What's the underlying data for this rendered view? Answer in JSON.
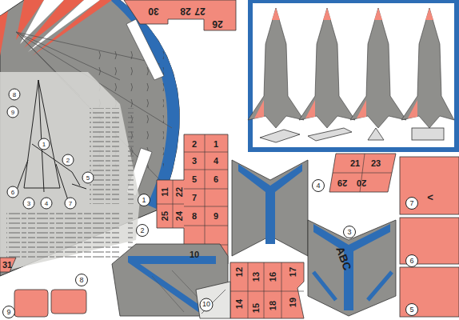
{
  "diagram": {
    "labels": [
      "30",
      "28",
      "27",
      "26",
      "1",
      "2",
      "3",
      "4",
      "5",
      "6",
      "7",
      "8",
      "9",
      "10",
      "11",
      "22",
      "25",
      "24",
      "21",
      "23",
      "29",
      "20",
      "12",
      "13",
      "16",
      "17",
      "14",
      "15",
      "18",
      "19",
      "31",
      "1",
      "2",
      "3",
      "4",
      "5",
      "6",
      "7",
      "8",
      "9",
      "10",
      "ABC",
      "<",
      "8",
      "9",
      "1",
      "2",
      "5",
      "7",
      "4",
      "3",
      "6"
    ]
  }
}
